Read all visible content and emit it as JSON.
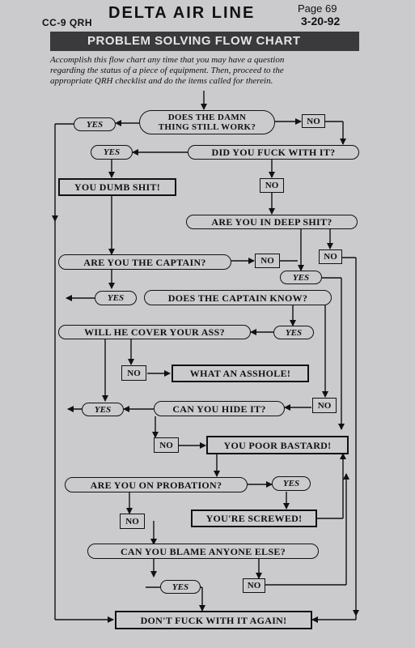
{
  "header": {
    "doc_code": "CC-9 QRH",
    "airline": "DELTA AIR LINE",
    "page": "Page 69",
    "date": "3-20-92"
  },
  "banner": {
    "title": "PROBLEM SOLVING FLOW CHART"
  },
  "intro": {
    "line1": "Accomplish this flow chart any time that you may have a question",
    "line2": "regarding the status of a piece of equipment. Then, proceed to the",
    "line3": "appropriate QRH checklist and do the items called for therein."
  },
  "nodes": {
    "q_works_1": "DOES THE DAMN",
    "q_works_2": "THING STILL WORK?",
    "q_fuck": "DID YOU FUCK WITH IT?",
    "dumb": "YOU DUMB SHIT!",
    "q_deep": "ARE YOU IN DEEP SHIT?",
    "q_captain": "ARE YOU THE CAPTAIN?",
    "q_captain_know": "DOES THE CAPTAIN KNOW?",
    "q_cover": "WILL HE COVER YOUR ASS?",
    "asshole": "WHAT AN ASSHOLE!",
    "q_hide": "CAN YOU HIDE IT?",
    "poor": "YOU POOR BASTARD!",
    "q_probation": "ARE YOU ON PROBATION?",
    "screwed": "YOU'RE SCREWED!",
    "q_blame": "CAN YOU BLAME ANYONE ELSE?",
    "final": "DON'T FUCK WITH IT AGAIN!"
  },
  "answers": {
    "yes": "YES",
    "no": "NO"
  }
}
